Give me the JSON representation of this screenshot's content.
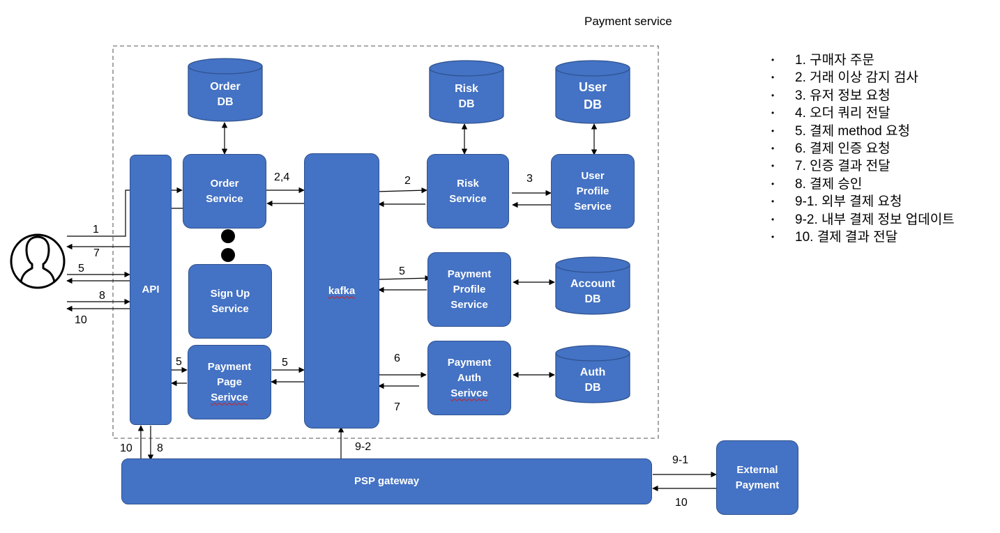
{
  "title": "Payment service",
  "databases": {
    "order_db": [
      "Order",
      "DB"
    ],
    "risk_db": [
      "Risk",
      "DB"
    ],
    "user_db": [
      "User",
      "DB"
    ],
    "account_db": [
      "Account",
      "DB"
    ],
    "auth_db": [
      "Auth",
      "DB"
    ]
  },
  "services": {
    "api": "API",
    "order": [
      "Order",
      "Service"
    ],
    "signup": [
      "Sign Up",
      "Service"
    ],
    "payment_page": [
      "Payment",
      "Page",
      "Serivce"
    ],
    "kafka": "kafka",
    "risk": [
      "Risk",
      "Service"
    ],
    "user_profile": [
      "User",
      "Profile",
      "Service"
    ],
    "payment_profile": [
      "Payment",
      "Profile",
      "Service"
    ],
    "payment_auth": [
      "Payment",
      "Auth",
      "Serivce"
    ],
    "psp_gateway": "PSP gateway",
    "external_payment": [
      "External",
      "Payment"
    ]
  },
  "edge_labels": {
    "user_1": "1",
    "user_7": "7",
    "user_5": "5",
    "user_8": "8",
    "user_10": "10",
    "order_kafka": "2,4",
    "kafka_risk": "2",
    "risk_user": "3",
    "kafka_payment_profile": "5",
    "api_payment_page": "5",
    "payment_page_kafka": "5",
    "kafka_auth_6": "6",
    "kafka_auth_7": "7",
    "psp_api_10": "10",
    "psp_api_8": "8",
    "psp_kafka": "9-2",
    "psp_external_9_1": "9-1",
    "psp_external_10": "10"
  },
  "legend": [
    "1. 구매자 주문",
    "2. 거래 이상 감지 검사",
    "3. 유저 정보 요청",
    "4. 오더 쿼리 전달",
    "5. 결제 method 요청",
    "6. 결제 인증 요청",
    "7. 인증 결과 전달",
    "8. 결제 승인",
    "9-1. 외부 결제 요청",
    "9-2. 내부 결제 정보 업데이트",
    "10. 결제 결과 전달"
  ],
  "legend_bullet": "•",
  "colors": {
    "box_fill": "#4472C4",
    "box_border": "#2F528F",
    "text_on_box": "#FFFFFF",
    "line": "#000000"
  }
}
